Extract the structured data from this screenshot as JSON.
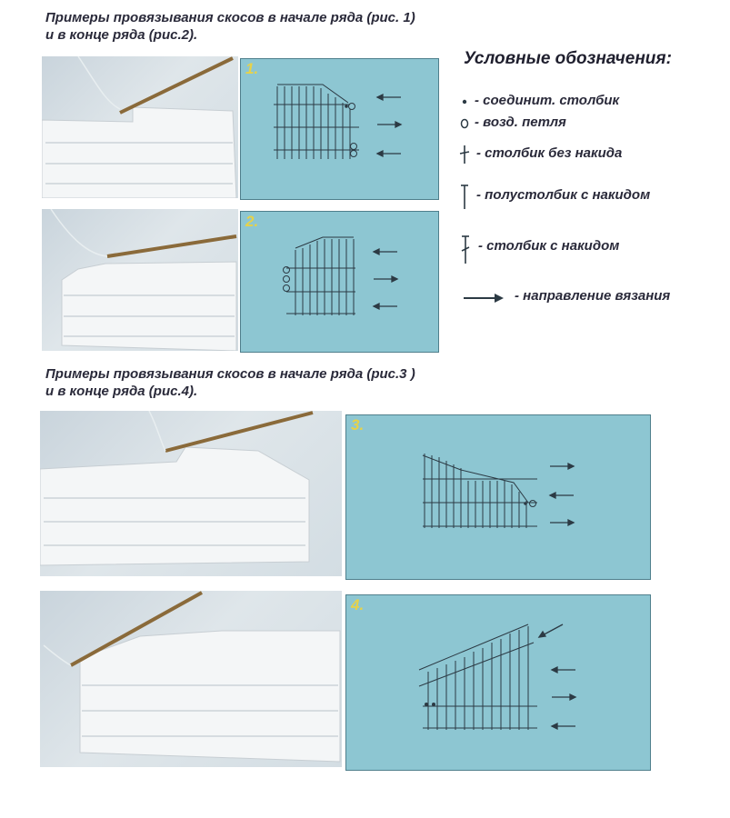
{
  "headings": [
    {
      "line1": "Примеры провязывания скосов в начале ряда (рис. 1)",
      "line2": "и в конце ряда (рис.2)."
    },
    {
      "line1": "Примеры провязывания скосов в начале ряда (рис.3 )",
      "line2": "и в конце ряда (рис.4)."
    }
  ],
  "legend": {
    "title": "Условные обозначения:",
    "items": [
      {
        "icon": "slip-stitch-icon",
        "text": "- соединит. столбик"
      },
      {
        "icon": "chain-loop-icon",
        "text": "- возд. петля"
      },
      {
        "icon": "single-crochet-icon",
        "text": "- столбик без накида"
      },
      {
        "icon": "half-double-crochet-icon",
        "text": "- полустолбик с накидом"
      },
      {
        "icon": "double-crochet-icon",
        "text": "- столбик с накидом"
      },
      {
        "icon": "arrow-right-icon",
        "text": "- направление вязания"
      }
    ]
  },
  "figures": [
    {
      "number": "1.",
      "arrows": [
        "left",
        "right",
        "left"
      ]
    },
    {
      "number": "2.",
      "arrows": [
        "left",
        "right",
        "left"
      ]
    },
    {
      "number": "3.",
      "arrows": [
        "right",
        "left",
        "right"
      ]
    },
    {
      "number": "4.",
      "arrows": [
        "diag",
        "left",
        "right",
        "left"
      ]
    }
  ],
  "colors": {
    "diagram_bg": "#8dc6d2",
    "figure_number": "#e6d24a",
    "stitch": "#2c3a44",
    "fabric": "#f4f6f7",
    "hook": "#8a6a3a"
  }
}
